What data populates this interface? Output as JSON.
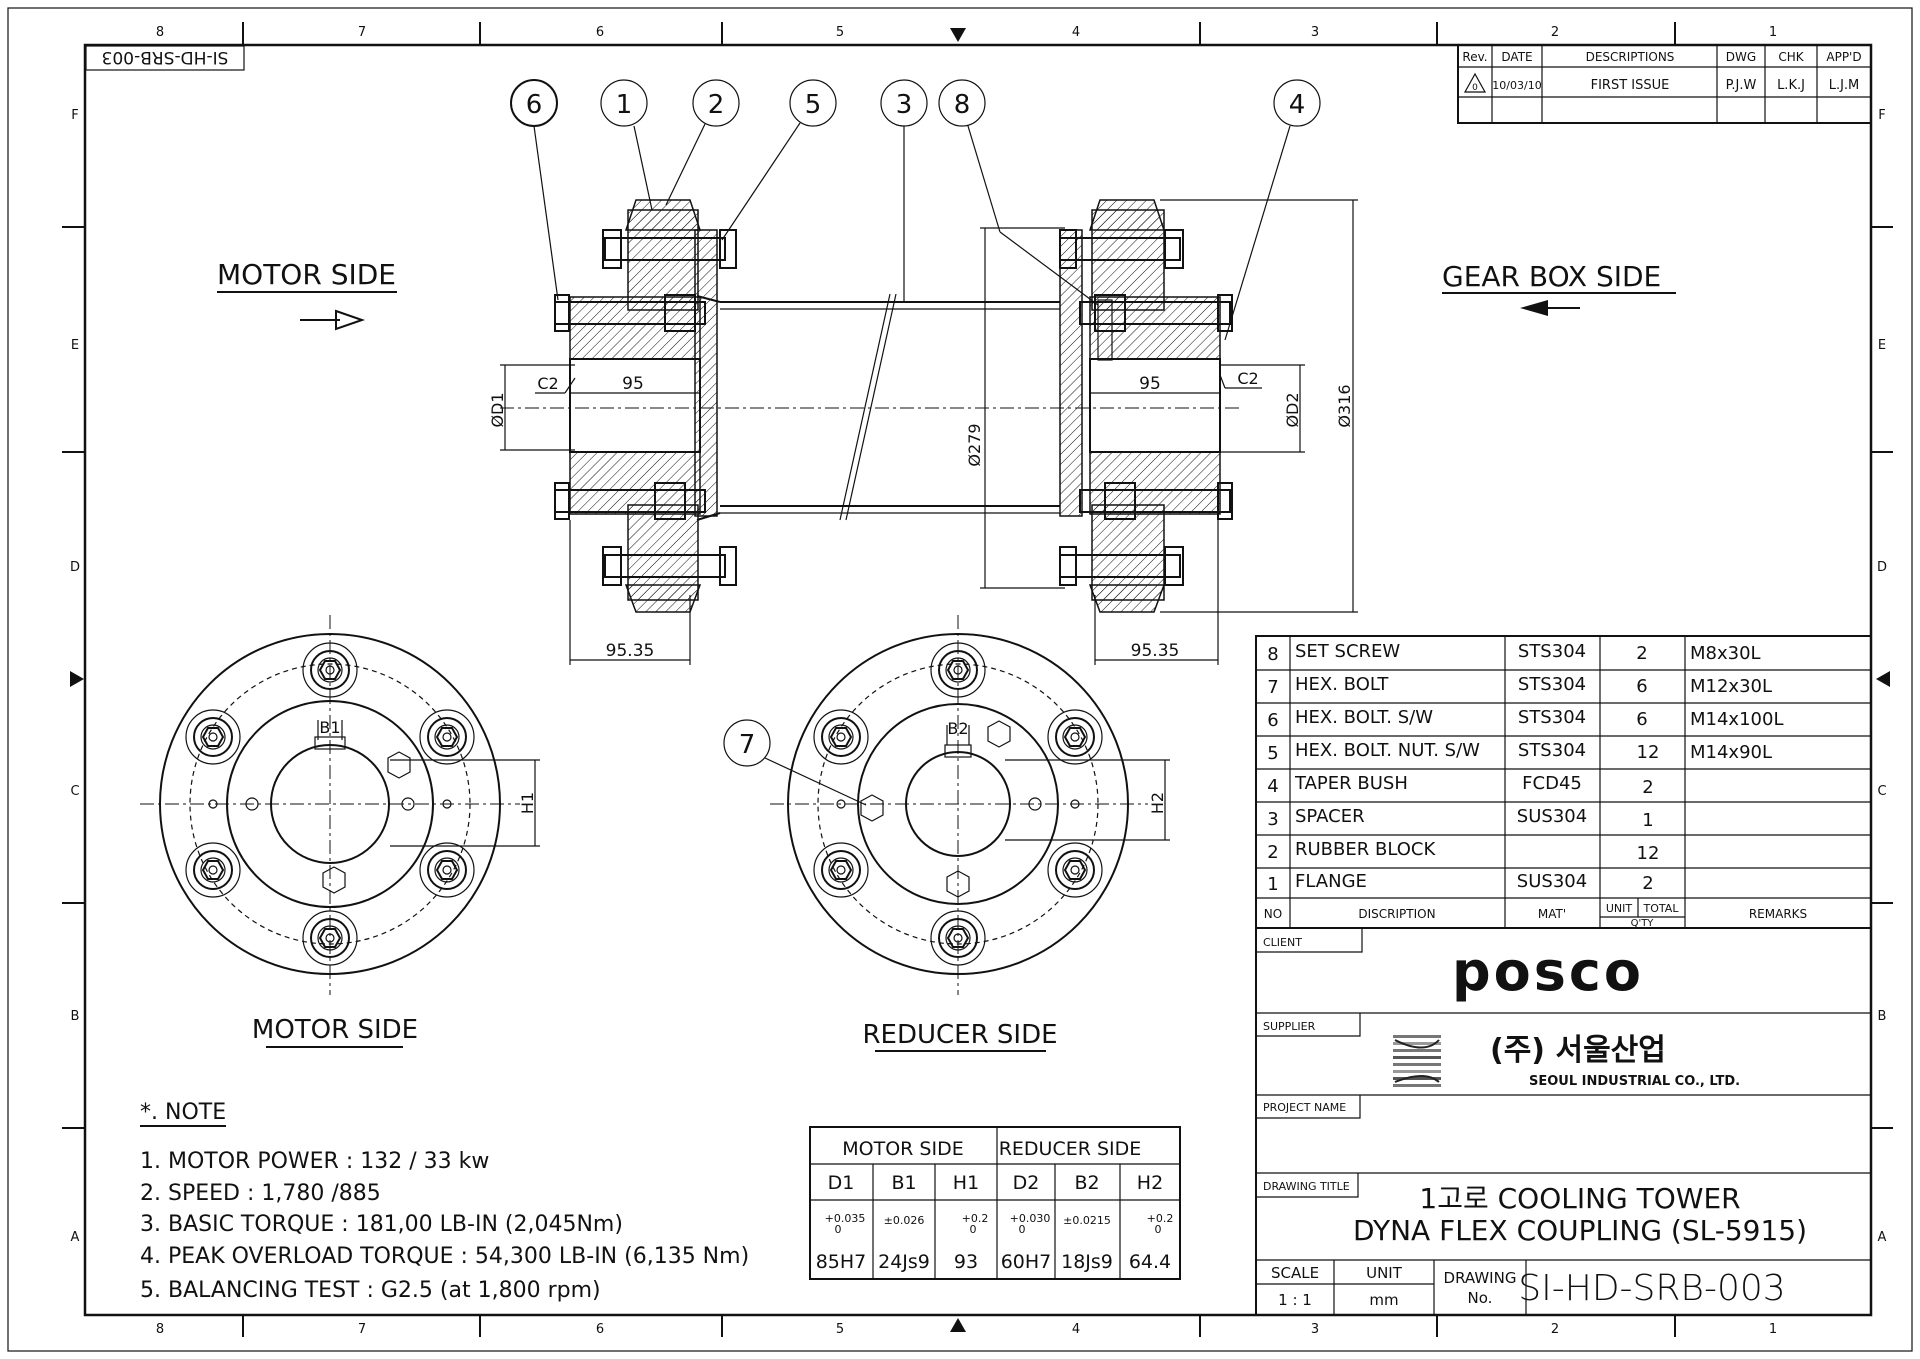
{
  "border": {
    "columns": [
      "8",
      "7",
      "6",
      "5",
      "4",
      "3",
      "2",
      "1"
    ],
    "rows": [
      "F",
      "E",
      "D",
      "C",
      "B",
      "A"
    ]
  },
  "drawing_no_tab": "SI-HD-SRB-003",
  "labels": {
    "motor_side_left": "MOTOR SIDE",
    "gear_box_side": "GEAR BOX SIDE",
    "motor_side_view": "MOTOR SIDE",
    "reducer_side_view": "REDUCER SIDE"
  },
  "balloons": [
    "6",
    "1",
    "2",
    "5",
    "3",
    "8",
    "4",
    "7"
  ],
  "dimensions": {
    "len_left": "95",
    "len_right": "95",
    "c2_left": "C2",
    "c2_right": "C2",
    "dia_d1": "ØD1",
    "dia_d2": "ØD2",
    "dia_279": "Ø279",
    "dia_316": "Ø316",
    "flange_left": "95.35",
    "flange_right": "95.35",
    "b1": "B1",
    "b2": "B2",
    "h1": "H1",
    "h2": "H2"
  },
  "revision": {
    "headers": [
      "Rev.",
      "DATE",
      "DESCRIPTIONS",
      "DWG",
      "CHK",
      "APP'D"
    ],
    "rows": [
      [
        "0",
        "10/03/10",
        "FIRST ISSUE",
        "P.J.W",
        "L.K.J",
        "L.J.M"
      ]
    ]
  },
  "bom": {
    "headers": [
      "NO",
      "DISCRIPTION",
      "MAT'",
      "UNIT",
      "TOTAL",
      "Q'TY",
      "REMARKS"
    ],
    "rows": [
      [
        "8",
        "SET SCREW",
        "STS304",
        "2",
        "M8x30L"
      ],
      [
        "7",
        "HEX. BOLT",
        "STS304",
        "6",
        "M12x30L"
      ],
      [
        "6",
        "HEX. BOLT. S/W",
        "STS304",
        "6",
        "M14x100L"
      ],
      [
        "5",
        "HEX. BOLT. NUT. S/W",
        "STS304",
        "12",
        "M14x90L"
      ],
      [
        "4",
        "TAPER BUSH",
        "FCD45",
        "2",
        ""
      ],
      [
        "3",
        "SPACER",
        "SUS304",
        "1",
        ""
      ],
      [
        "2",
        "RUBBER BLOCK",
        "",
        "12",
        ""
      ],
      [
        "1",
        "FLANGE",
        "SUS304",
        "2",
        ""
      ]
    ]
  },
  "title_block": {
    "client_label": "CLIENT",
    "client_name": "posco",
    "supplier_label": "SUPPLIER",
    "supplier_korean": "(주) 서울산업",
    "supplier_english": "SEOUL INDUSTRIAL CO., LTD.",
    "project_label": "PROJECT NAME",
    "drawing_title_label": "DRAWING TITLE",
    "title_line1": "1고로 COOLING TOWER",
    "title_line2": "DYNA FLEX COUPLING (SL-5915)",
    "scale_label": "SCALE",
    "scale_value": "1 : 1",
    "unit_label": "UNIT",
    "unit_value": "mm",
    "drawing_no_label1": "DRAWING",
    "drawing_no_label2": "No.",
    "drawing_no": "SI-HD-SRB-003"
  },
  "notes": {
    "heading": "*. NOTE",
    "items": [
      "1. MOTOR POWER : 132 / 33 kw",
      "2. SPEED : 1,780 /885",
      "3. BASIC TORQUE : 181,00 LB-IN (2,045Nm)",
      "4. PEAK OVERLOAD TORQUE : 54,300 LB-IN (6,135 Nm)",
      "5. BALANCING TEST : G2.5 (at 1,800 rpm)"
    ]
  },
  "fit_table": {
    "group_motor": "MOTOR SIDE",
    "group_reducer": "REDUCER SIDE",
    "cols": [
      "D1",
      "B1",
      "H1",
      "D2",
      "B2",
      "H2"
    ],
    "tol_upper": [
      "+0.035",
      "±0.026",
      "+0.2",
      "+0.030",
      "±0.0215",
      "+0.2"
    ],
    "tol_lower": [
      "0",
      "",
      "0",
      "0",
      "",
      "0"
    ],
    "values": [
      "85H7",
      "24Js9",
      "93",
      "60H7",
      "18Js9",
      "64.4"
    ]
  }
}
